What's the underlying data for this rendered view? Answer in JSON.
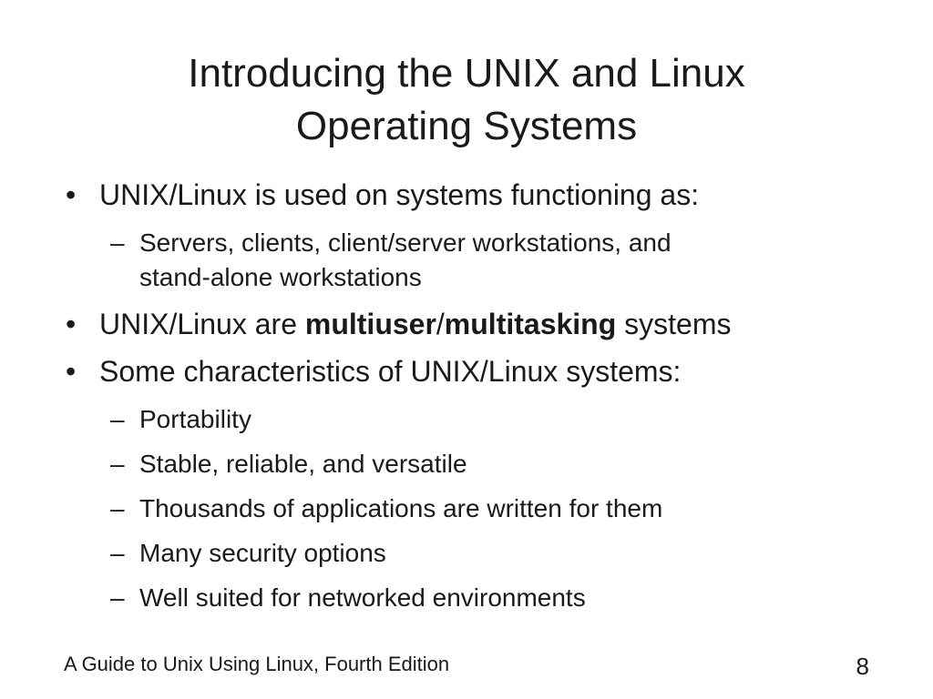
{
  "slide": {
    "title_line1": "Introducing the UNIX and Linux",
    "title_line2": "Operating Systems",
    "bullet_char": "•",
    "dash_char": "–",
    "b1": {
      "text": "UNIX/Linux is used on systems functioning as:",
      "sub": [
        "Servers, clients, client/server workstations, and",
        "stand-alone workstations"
      ]
    },
    "b2": {
      "prefix": "UNIX/Linux are ",
      "bold1": "multiuser",
      "slash": "/",
      "bold2": "multitasking",
      "suffix": " systems"
    },
    "b3": {
      "text": "Some characteristics of UNIX/Linux systems:",
      "sub": [
        "Portability",
        "Stable, reliable, and versatile",
        "Thousands of applications are written for them",
        "Many security options",
        "Well suited for networked environments"
      ]
    },
    "footer": "A Guide to Unix Using Linux, Fourth Edition",
    "page_number": "8"
  }
}
